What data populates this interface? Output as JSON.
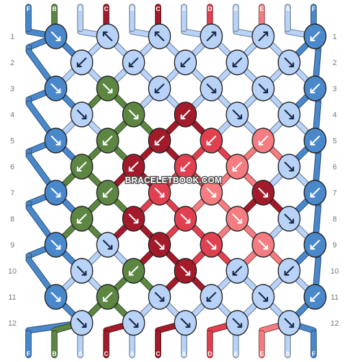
{
  "watermark": "BRACELETBOOK.COM",
  "row_numbers": [
    "1",
    "2",
    "3",
    "4",
    "5",
    "6",
    "7",
    "8",
    "9",
    "10",
    "11",
    "12"
  ],
  "strands_top": [
    "F",
    "B",
    "A",
    "C",
    "A",
    "C",
    "A",
    "D",
    "A",
    "E",
    "A",
    "F"
  ],
  "strands_bottom": [
    "F",
    "B",
    "A",
    "C",
    "A",
    "C",
    "A",
    "D",
    "A",
    "E",
    "A",
    "F"
  ],
  "colors": {
    "A": "#b8d2f8",
    "B": "#5c8642",
    "C": "#a31b2a",
    "D": "#e04050",
    "E": "#f57c80",
    "F": "#4a88cc"
  },
  "knots": [
    {
      "row": 1,
      "col": 0,
      "color": "F",
      "dir": "se"
    },
    {
      "row": 1,
      "col": 1,
      "color": "A",
      "dir": "nw"
    },
    {
      "row": 1,
      "col": 2,
      "color": "A",
      "dir": "nw"
    },
    {
      "row": 1,
      "col": 3,
      "color": "A",
      "dir": "ne"
    },
    {
      "row": 1,
      "col": 4,
      "color": "A",
      "dir": "ne"
    },
    {
      "row": 1,
      "col": 5,
      "color": "F",
      "dir": "sw"
    },
    {
      "row": 2,
      "col": 0,
      "color": "A",
      "dir": "sw"
    },
    {
      "row": 2,
      "col": 1,
      "color": "A",
      "dir": "sw"
    },
    {
      "row": 2,
      "col": 2,
      "color": "A",
      "dir": "sw"
    },
    {
      "row": 2,
      "col": 3,
      "color": "A",
      "dir": "sw"
    },
    {
      "row": 2,
      "col": 4,
      "color": "A",
      "dir": "se"
    },
    {
      "row": 3,
      "col": 0,
      "color": "F",
      "dir": "se"
    },
    {
      "row": 3,
      "col": 1,
      "color": "B",
      "dir": "se"
    },
    {
      "row": 3,
      "col": 2,
      "color": "A",
      "dir": "sw"
    },
    {
      "row": 3,
      "col": 3,
      "color": "A",
      "dir": "se"
    },
    {
      "row": 3,
      "col": 4,
      "color": "A",
      "dir": "se"
    },
    {
      "row": 3,
      "col": 5,
      "color": "F",
      "dir": "sw"
    },
    {
      "row": 4,
      "col": 0,
      "color": "A",
      "dir": "se"
    },
    {
      "row": 4,
      "col": 1,
      "color": "B",
      "dir": "se"
    },
    {
      "row": 4,
      "col": 2,
      "color": "C",
      "dir": "sw"
    },
    {
      "row": 4,
      "col": 3,
      "color": "A",
      "dir": "se"
    },
    {
      "row": 4,
      "col": 4,
      "color": "A",
      "dir": "se"
    },
    {
      "row": 5,
      "col": 0,
      "color": "F",
      "dir": "se"
    },
    {
      "row": 5,
      "col": 1,
      "color": "B",
      "dir": "sw"
    },
    {
      "row": 5,
      "col": 2,
      "color": "C",
      "dir": "sw"
    },
    {
      "row": 5,
      "col": 3,
      "color": "D",
      "dir": "sw"
    },
    {
      "row": 5,
      "col": 4,
      "color": "E",
      "dir": "sw"
    },
    {
      "row": 5,
      "col": 5,
      "color": "F",
      "dir": "sw"
    },
    {
      "row": 6,
      "col": 0,
      "color": "B",
      "dir": "sw"
    },
    {
      "row": 6,
      "col": 1,
      "color": "C",
      "dir": "sw"
    },
    {
      "row": 6,
      "col": 2,
      "color": "D",
      "dir": "sw"
    },
    {
      "row": 6,
      "col": 3,
      "color": "E",
      "dir": "sw"
    },
    {
      "row": 6,
      "col": 4,
      "color": "A",
      "dir": "se"
    },
    {
      "row": 7,
      "col": 0,
      "color": "F",
      "dir": "se"
    },
    {
      "row": 7,
      "col": 1,
      "color": "B",
      "dir": "sw"
    },
    {
      "row": 7,
      "col": 2,
      "color": "D",
      "dir": "se"
    },
    {
      "row": 7,
      "col": 3,
      "color": "E",
      "dir": "se"
    },
    {
      "row": 7,
      "col": 4,
      "color": "C",
      "dir": "se"
    },
    {
      "row": 7,
      "col": 5,
      "color": "F",
      "dir": "sw"
    },
    {
      "row": 8,
      "col": 0,
      "color": "B",
      "dir": "sw"
    },
    {
      "row": 8,
      "col": 1,
      "color": "C",
      "dir": "se"
    },
    {
      "row": 8,
      "col": 2,
      "color": "D",
      "dir": "se"
    },
    {
      "row": 8,
      "col": 3,
      "color": "E",
      "dir": "se"
    },
    {
      "row": 8,
      "col": 4,
      "color": "A",
      "dir": "se"
    },
    {
      "row": 9,
      "col": 0,
      "color": "F",
      "dir": "se"
    },
    {
      "row": 9,
      "col": 1,
      "color": "A",
      "dir": "se"
    },
    {
      "row": 9,
      "col": 2,
      "color": "C",
      "dir": "se"
    },
    {
      "row": 9,
      "col": 3,
      "color": "D",
      "dir": "se"
    },
    {
      "row": 9,
      "col": 4,
      "color": "E",
      "dir": "se"
    },
    {
      "row": 9,
      "col": 5,
      "color": "F",
      "dir": "sw"
    },
    {
      "row": 10,
      "col": 0,
      "color": "A",
      "dir": "se"
    },
    {
      "row": 10,
      "col": 1,
      "color": "B",
      "dir": "sw"
    },
    {
      "row": 10,
      "col": 2,
      "color": "C",
      "dir": "se"
    },
    {
      "row": 10,
      "col": 3,
      "color": "A",
      "dir": "sw"
    },
    {
      "row": 10,
      "col": 4,
      "color": "A",
      "dir": "sw"
    },
    {
      "row": 11,
      "col": 0,
      "color": "F",
      "dir": "se"
    },
    {
      "row": 11,
      "col": 1,
      "color": "B",
      "dir": "sw"
    },
    {
      "row": 11,
      "col": 2,
      "color": "A",
      "dir": "se"
    },
    {
      "row": 11,
      "col": 3,
      "color": "A",
      "dir": "sw"
    },
    {
      "row": 11,
      "col": 4,
      "color": "A",
      "dir": "se"
    },
    {
      "row": 11,
      "col": 5,
      "color": "F",
      "dir": "sw"
    },
    {
      "row": 12,
      "col": 0,
      "color": "A",
      "dir": "se"
    },
    {
      "row": 12,
      "col": 1,
      "color": "A",
      "dir": "se"
    },
    {
      "row": 12,
      "col": 2,
      "color": "A",
      "dir": "se"
    },
    {
      "row": 12,
      "col": 3,
      "color": "A",
      "dir": "se"
    },
    {
      "row": 12,
      "col": 4,
      "color": "A",
      "dir": "se"
    }
  ]
}
